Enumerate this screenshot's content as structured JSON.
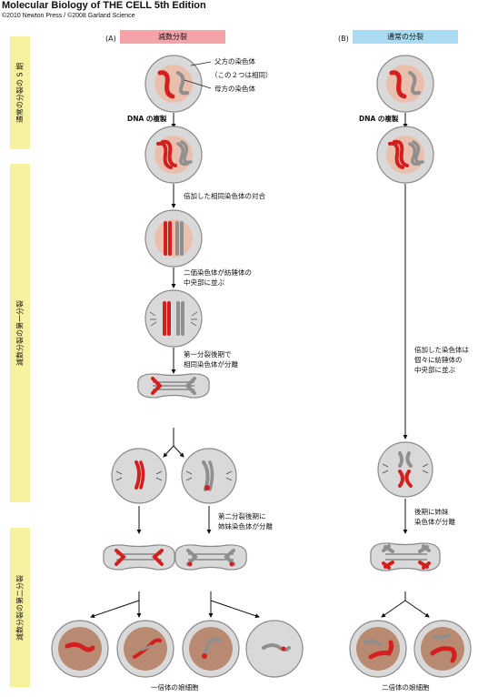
{
  "header": {
    "title": "Molecular Biology of THE CELL 5th Edition",
    "copyright": "©2010 Newton Press / ©2008 Garland Science"
  },
  "panel_a": {
    "tag": "(A)",
    "title": "減数分裂"
  },
  "panel_b": {
    "tag": "(B)",
    "title": "通常の分裂"
  },
  "stages": [
    "通常の分裂の S 期",
    "減数分裂の第一分裂",
    "減数分裂の第二分裂"
  ],
  "labels": {
    "paternal": "父方の染色体",
    "homologous": "（この２つは相同）",
    "maternal": "母方の染色体",
    "dna_replication_a": "DNA の複製",
    "dna_replication_b": "DNA の複製",
    "pairing": "倍加した相同染色体の対合",
    "bivalent_line1": "二価染色体が紡錘体の",
    "bivalent_line2": "中央部に並ぶ",
    "anaphase1_line1": "第一分裂後期で",
    "anaphase1_line2": "相同染色体が分離",
    "anaphase2_line1": "第二分裂後期に",
    "anaphase2_line2": "姉妹染色体が分離",
    "mitosis_align_line1": "倍加した染色体は",
    "mitosis_align_line2": "個々に紡錘体の",
    "mitosis_align_line3": "中央部に並ぶ",
    "mitosis_anaphase_line1": "後期に姉妹",
    "mitosis_anaphase_line2": "染色体が分離",
    "haploid": "一倍体の娘細胞",
    "diploid": "二倍体の娘細胞"
  },
  "colors": {
    "paternal_chromosome": "#d41f1f",
    "maternal_chromosome": "#8f8f8f",
    "cell_fill": "#d9d9d9",
    "nucleus_fill": "#e9bfae",
    "daughter_nucleus": "#b98a72",
    "panel_a_box": "#f4a3a8",
    "panel_b_box": "#a9dbf2",
    "stage_bar": "#f6f2a0"
  }
}
